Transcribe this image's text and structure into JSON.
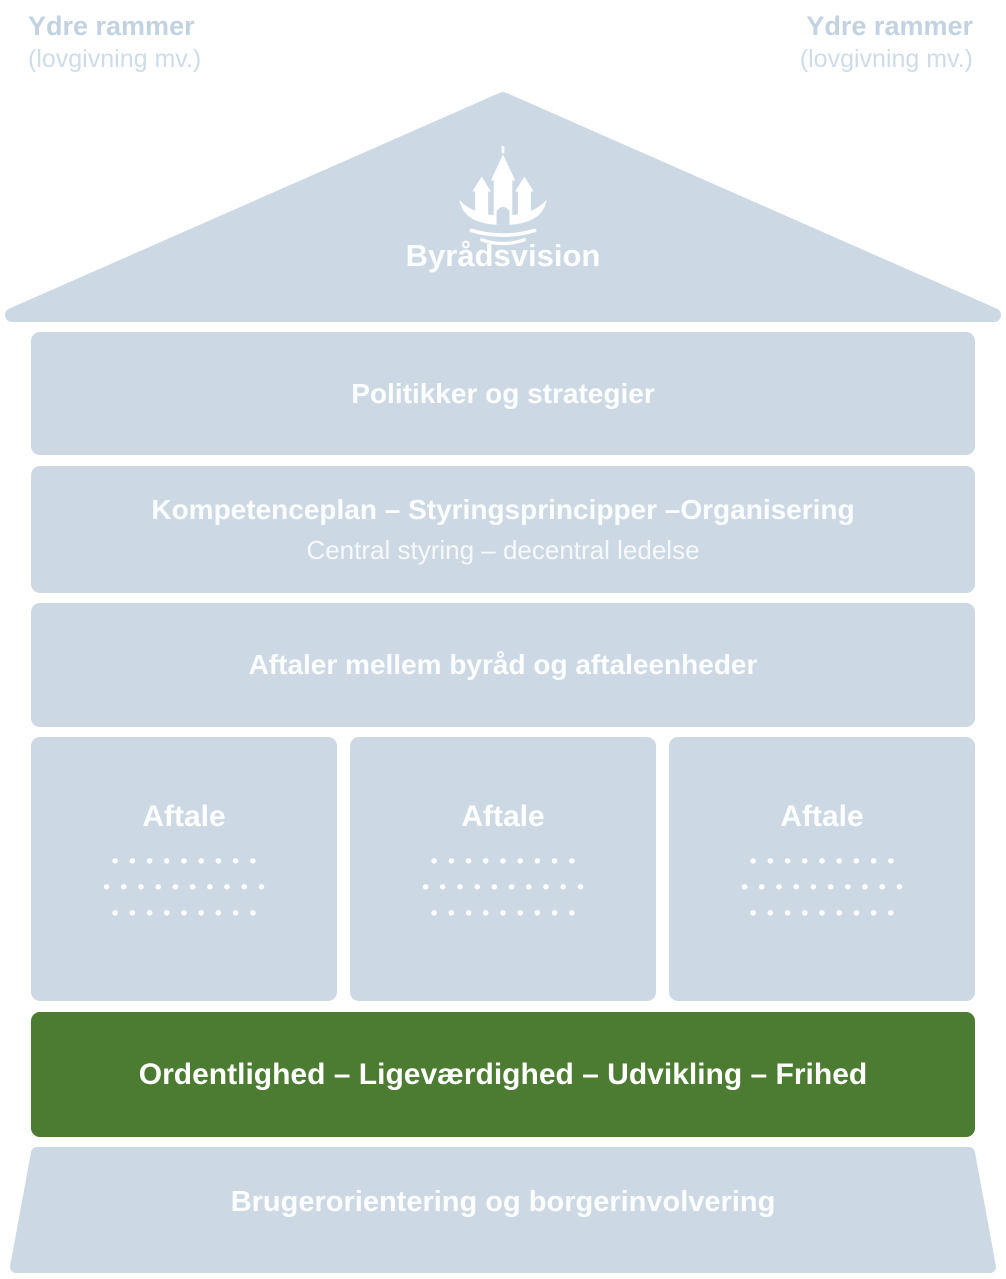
{
  "outer_frames": {
    "left": {
      "title": "Ydre rammer",
      "subtitle": "(lovgivning mv.)"
    },
    "right": {
      "title": "Ydre rammer",
      "subtitle": "(lovgivning mv.)"
    }
  },
  "roof": {
    "icon": "city-crest-icon",
    "title": "Byrådsvision"
  },
  "rows": {
    "politics": {
      "title": "Politikker og strategier"
    },
    "kompetence": {
      "title": "Kompetenceplan – Styringsprincipper –Organisering",
      "subtitle": "Central styring – decentral ledelse"
    },
    "aftaler": {
      "title": "Aftaler mellem byråd og aftaleenheder"
    },
    "values": {
      "title": "Ordentlighed – Ligeværdighed – Udvikling – Frihed"
    },
    "base": {
      "title": "Brugerorientering og borgerinvolvering"
    }
  },
  "aftale_boxes": [
    {
      "title": "Aftale",
      "dots": [
        "•••••••••",
        "••••••••••",
        "•••••••••"
      ]
    },
    {
      "title": "Aftale",
      "dots": [
        "•••••••••",
        "••••••••••",
        "•••••••••"
      ]
    },
    {
      "title": "Aftale",
      "dots": [
        "•••••••••",
        "••••••••••",
        "•••••••••"
      ]
    }
  ],
  "colors": {
    "box_blue": "#ccd9e4",
    "label_blue": "#cfdce8",
    "label_blue_bold": "#c3d2e1",
    "green": "#4c7b32",
    "text_white": "#ffffff"
  }
}
